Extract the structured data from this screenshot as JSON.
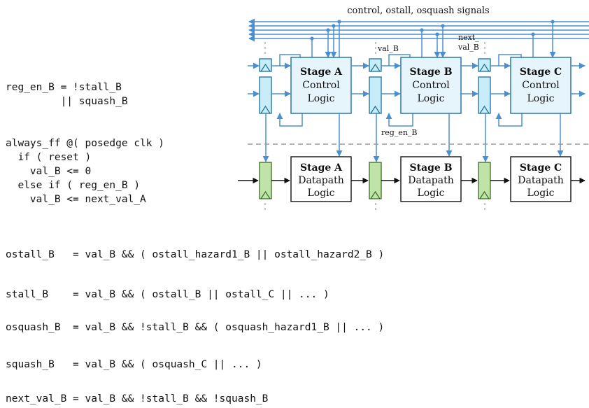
{
  "diagram": {
    "signals_label": "control, ostall, osquash signals",
    "wire_labels": {
      "val_b": "val_B",
      "next_val_b_1": "next_",
      "next_val_b_2": "val_B",
      "reg_en_b": "reg_en_B"
    },
    "control_stages": [
      {
        "title": "Stage A",
        "line1": "Control",
        "line2": "Logic"
      },
      {
        "title": "Stage B",
        "line1": "Control",
        "line2": "Logic"
      },
      {
        "title": "Stage C",
        "line1": "Control",
        "line2": "Logic"
      }
    ],
    "datapath_stages": [
      {
        "title": "Stage A",
        "line1": "Datapath",
        "line2": "Logic"
      },
      {
        "title": "Stage B",
        "line1": "Datapath",
        "line2": "Logic"
      },
      {
        "title": "Stage C",
        "line1": "Datapath",
        "line2": "Logic"
      }
    ],
    "colors": {
      "control_fill": "#e6f4fc",
      "control_wire": "#4a90d0",
      "datapath_reg": "#bfe3a8"
    }
  },
  "code": {
    "block1": "reg_en_B = !stall_B\n         || squash_B",
    "block2": "always_ff @( posedge clk )\n  if ( reset )\n    val_B <= 0\n  else if ( reg_en_B )\n    val_B <= next_val_A",
    "ostall": "ostall_B   = val_B && ( ostall_hazard1_B || ostall_hazard2_B )",
    "stall": "stall_B    = val_B && ( ostall_B || ostall_C || ... )",
    "osquash": "osquash_B  = val_B && !stall_B && ( osquash_hazard1_B || ... )",
    "squash": "squash_B   = val_B && ( osquash_C || ... )",
    "next_val": "next_val_B = val_B && !stall_B && !squash_B"
  }
}
